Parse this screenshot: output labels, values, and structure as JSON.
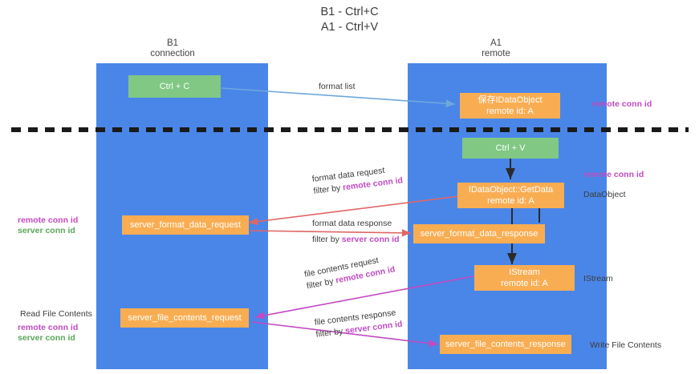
{
  "title": {
    "line1": "B1 - Ctrl+C",
    "line2": "A1 - Ctrl+V"
  },
  "lanes": [
    {
      "id": "b1",
      "name": "B1",
      "role": "connection"
    },
    {
      "id": "a1",
      "name": "A1",
      "role": "remote"
    }
  ],
  "nodes": {
    "ctrl_c": {
      "line1": "Ctrl + C",
      "line2": ""
    },
    "save_idataobject": {
      "line1": "保存IDataObject",
      "line2": "remote id: A"
    },
    "ctrl_v": {
      "line1": "Ctrl + V",
      "line2": ""
    },
    "getdata": {
      "line1": "IDataObject::GetData",
      "line2": "remote id: A"
    },
    "server_format_data_request": {
      "line1": "server_format_data_request",
      "line2": ""
    },
    "server_format_data_response": {
      "line1": "server_format_data_response",
      "line2": ""
    },
    "istream": {
      "line1": "IStream",
      "line2": "remote id: A"
    },
    "server_file_contents_request": {
      "line1": "server_file_contents_request",
      "line2": ""
    },
    "server_file_contents_response": {
      "line1": "server_file_contents_response",
      "line2": ""
    }
  },
  "edges": {
    "format_list": {
      "label": "format list"
    },
    "format_data_request": {
      "line1": "format data request",
      "filter_prefix": "filter by ",
      "filter_key": "remote conn id"
    },
    "format_data_response": {
      "line1": "format data response",
      "filter_prefix": "filter by ",
      "filter_key": "server conn id"
    },
    "file_contents_request": {
      "line1": "file contents request",
      "filter_prefix": "filter by ",
      "filter_key": "remote conn id"
    },
    "file_contents_response": {
      "line1": "file contents response",
      "filter_prefix": "filter by ",
      "filter_key": "server conn id"
    }
  },
  "annotations": {
    "right_remote_conn_id_top": "remote conn id",
    "right_remote_conn_id_mid": "remote conn id",
    "right_dataobject": "DataObject",
    "right_istream": "IStream",
    "right_write_file_contents": "Write File Contents",
    "left_remote_conn_id": "remote conn id",
    "left_server_conn_id": "server conn id",
    "left_read_file_contents": "Read File Contents",
    "left_remote_conn_id_2": "remote conn id",
    "left_server_conn_id_2": "server conn id"
  },
  "colors": {
    "lane": "#4a86e8",
    "node_orange": "#f9ad52",
    "node_green": "#80c884",
    "magenta": "#c24ac2",
    "green_text": "#5aa75a",
    "arrow_blue": "#6fa8dc",
    "arrow_red": "#e06666",
    "arrow_magenta": "#c24ac2",
    "arrow_dark": "#2b2b2b",
    "divider": "#1a1a1a"
  }
}
